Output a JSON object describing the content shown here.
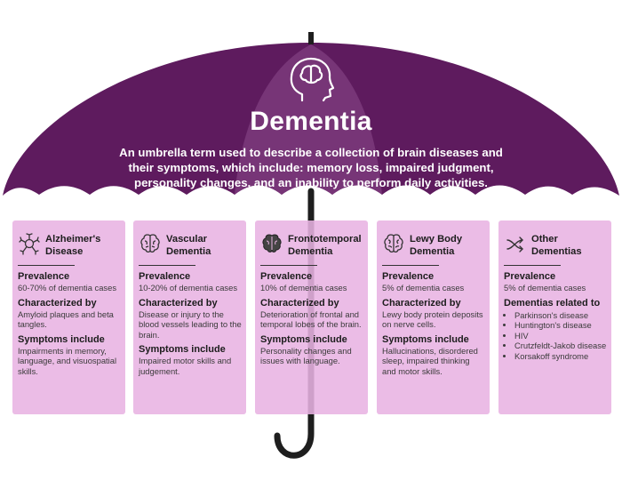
{
  "title": "Dementia",
  "subtitle": "An umbrella term used to describe a collection of brain diseases and their symptoms, which include: memory loss, impaired judgment, personality changes, and an inability to perform daily activities.",
  "colors": {
    "umbrella": "#5e1b5e",
    "umbrella_highlight": "#7b3a7b",
    "card": "#e8b3e2",
    "handle": "#1e1e1e"
  },
  "cards": [
    {
      "name": "Alzheimer's Disease",
      "icon": "neuron-icon",
      "prevalence_label": "Prevalence",
      "prevalence": "60-70% of dementia cases",
      "characterized_label": "Characterized by",
      "characterized": "Amyloid plaques and beta tangles.",
      "symptoms_label": "Symptoms include",
      "symptoms": "Impairments in memory, language, and visuospatial skills."
    },
    {
      "name": "Vascular Dementia",
      "icon": "brain-outline-icon",
      "prevalence_label": "Prevalence",
      "prevalence": "10-20% of dementia cases",
      "characterized_label": "Characterized by",
      "characterized": "Disease or injury to the blood vessels leading to the brain.",
      "symptoms_label": "Symptoms include",
      "symptoms": "Impaired motor skills and judgement."
    },
    {
      "name": "Frontotemporal Dementia",
      "icon": "brain-filled-icon",
      "prevalence_label": "Prevalence",
      "prevalence": "10% of dementia cases",
      "characterized_label": "Characterized by",
      "characterized": "Deterioration of frontal and temporal lobes of the brain.",
      "symptoms_label": "Symptoms include",
      "symptoms": "Personality changes and issues with language."
    },
    {
      "name": "Lewy Body Dementia",
      "icon": "brain-outline-icon",
      "prevalence_label": "Prevalence",
      "prevalence": "5% of dementia cases",
      "characterized_label": "Characterized by",
      "characterized": "Lewy body protein deposits on nerve cells.",
      "symptoms_label": "Symptoms include",
      "symptoms": "Hallucinations, disordered sleep, impaired thinking and motor skills."
    },
    {
      "name": "Other Dementias",
      "icon": "shuffle-arrows-icon",
      "prevalence_label": "Prevalence",
      "prevalence": "5% of dementia cases",
      "related_label": "Dementias related to",
      "related": [
        "Parkinson's disease",
        "Huntington's disease",
        "HIV",
        "Crutzfeldt-Jakob disease",
        "Korsakoff syndrome"
      ]
    }
  ]
}
